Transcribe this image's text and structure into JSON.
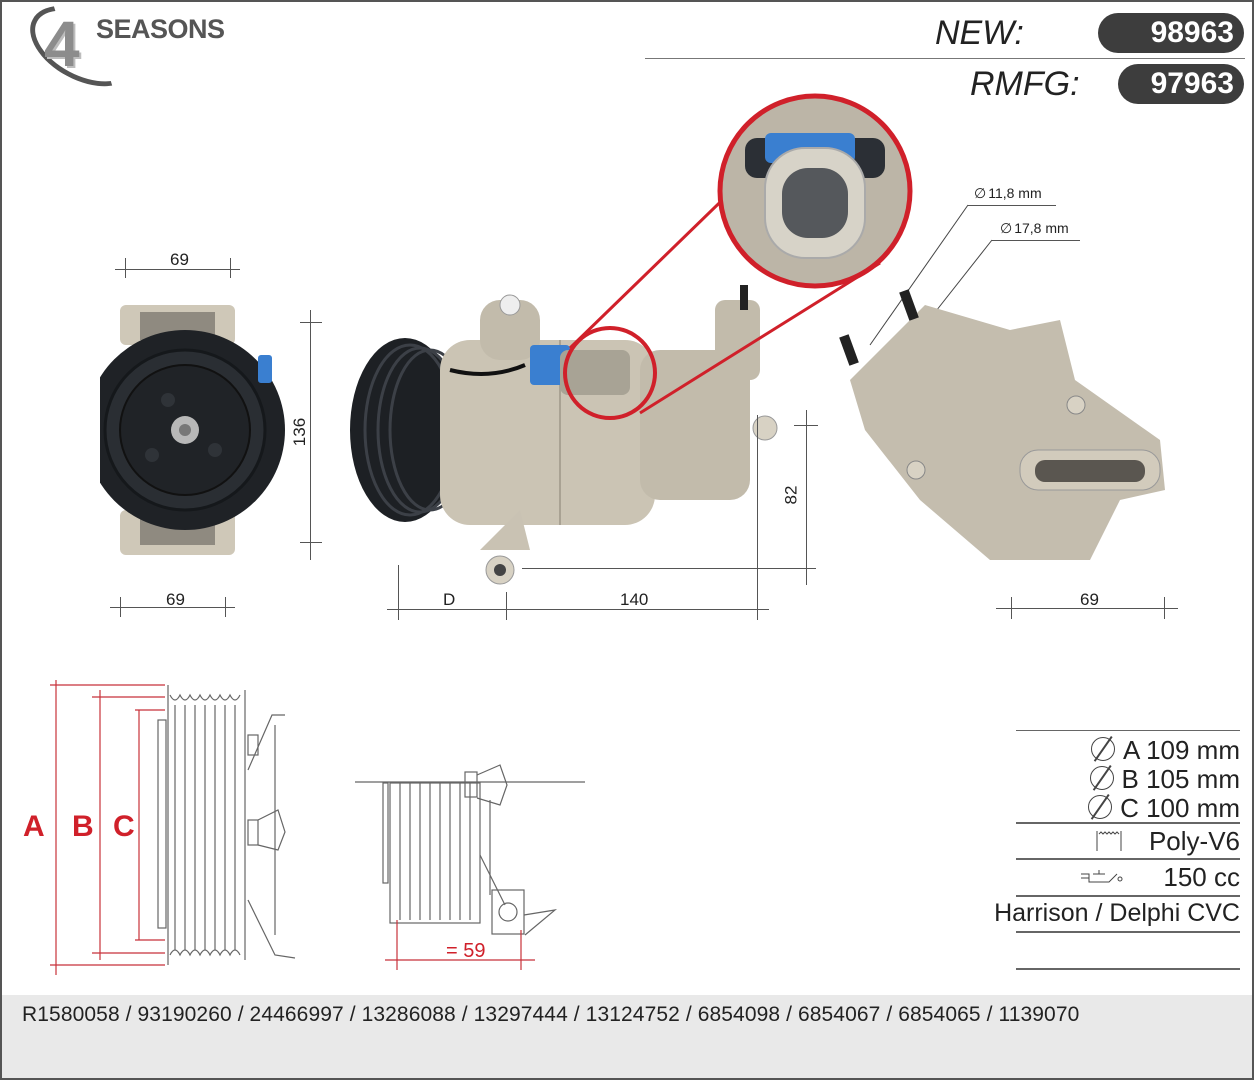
{
  "brand": {
    "logo_number": "4",
    "logo_text": "SEASONS"
  },
  "header": {
    "new_label": "NEW:",
    "new_code": "98963",
    "rmfg_label": "RMFG:",
    "rmfg_code": "97963"
  },
  "front_view": {
    "width_top": "69",
    "height": "136",
    "width_bottom": "69"
  },
  "side_view": {
    "d_label": "D",
    "length": "140",
    "mount_height": "82"
  },
  "back_view": {
    "port_small": "11,8 mm",
    "port_large": "17,8 mm",
    "width": "69"
  },
  "pulley_diagram": {
    "label_a": "A",
    "label_b": "B",
    "label_c": "C"
  },
  "mount_diagram": {
    "distance": "= 59"
  },
  "specs": {
    "diameter_a": "A 109 mm",
    "diameter_b": "B 105 mm",
    "diameter_c": "C 100 mm",
    "pulley_type": "Poly-V6",
    "oil_volume": "150 cc",
    "model": "Harrison / Delphi CVC",
    "icons": [
      "diameter-icon",
      "poly-v-belt-icon",
      "oil-can-icon"
    ]
  },
  "oe_numbers": "R1580058 / 93190260 / 24466997 / 13286088 / 13297444 / 13124752 / 6854098 / 6854067 / 6854065 / 1139070",
  "colors": {
    "pill": "#3d3d3d",
    "accent_red": "#d0202a",
    "footer_bg": "#e9e9e9",
    "compressor_body": "#c9c2b3",
    "connector_blue": "#3a7fd0"
  }
}
